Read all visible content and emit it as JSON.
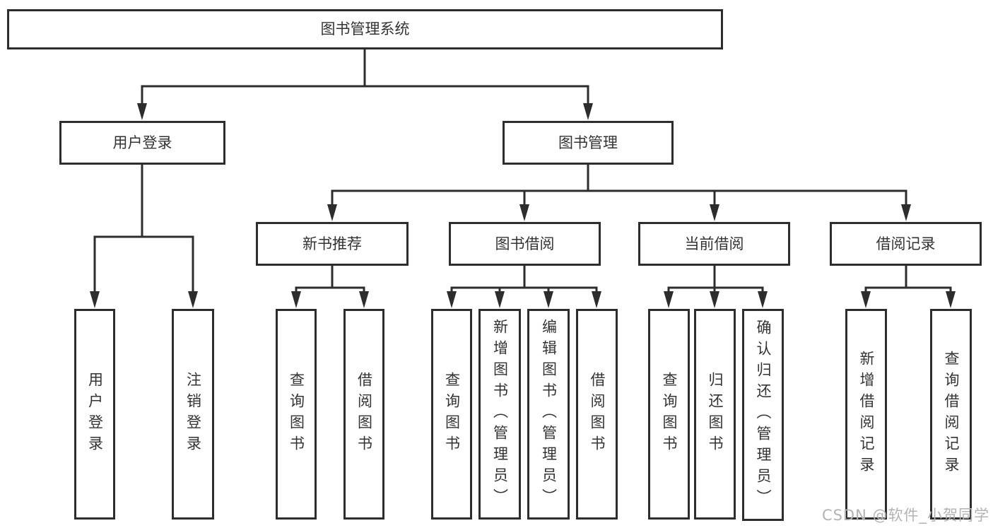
{
  "diagram": {
    "type": "hierarchy-tree",
    "watermark": "CSDN @软件_小贺同学",
    "colors": {
      "line": "#2d2d2d",
      "box_border": "#2d2d2d",
      "box_fill": "#ffffff",
      "text": "#333333",
      "watermark": "#b3b3b3",
      "background": "#ffffff"
    },
    "tree": {
      "root": {
        "label": "图书管理系统"
      },
      "children": [
        {
          "label": "用户登录",
          "children": [
            {
              "label": "用户登录"
            },
            {
              "label": "注销登录"
            }
          ]
        },
        {
          "label": "图书管理",
          "children": [
            {
              "label": "新书推荐",
              "children": [
                {
                  "label": "查询图书"
                },
                {
                  "label": "借阅图书"
                }
              ]
            },
            {
              "label": "图书借阅",
              "children": [
                {
                  "label": "查询图书"
                },
                {
                  "label": "新增图书（管理员）"
                },
                {
                  "label": "编辑图书（管理员）"
                },
                {
                  "label": "借阅图书"
                }
              ]
            },
            {
              "label": "当前借阅",
              "children": [
                {
                  "label": "查询图书"
                },
                {
                  "label": "归还图书"
                },
                {
                  "label": "确认归还（管理员）"
                }
              ]
            },
            {
              "label": "借阅记录",
              "children": [
                {
                  "label": "新增借阅记录"
                },
                {
                  "label": "查询借阅记录"
                }
              ]
            }
          ]
        }
      ]
    }
  }
}
